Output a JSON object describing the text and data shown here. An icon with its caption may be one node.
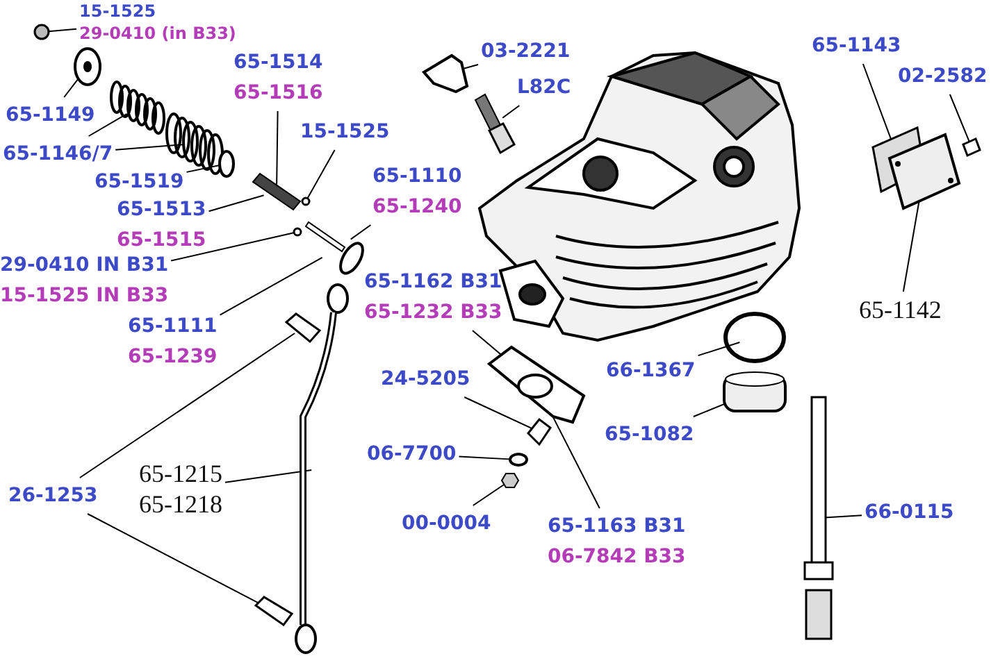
{
  "diagram": {
    "nodes": [
      {
        "text": [
          "15-1525",
          "29-0410 (in B33)"
        ]
      },
      {
        "text": [
          "65-1149"
        ]
      },
      {
        "text": [
          "65-1146/7"
        ]
      },
      {
        "text": [
          "65-1519"
        ]
      },
      {
        "text": [
          "65-1514",
          "65-1516"
        ]
      },
      {
        "text": [
          "15-1525"
        ]
      },
      {
        "text": [
          "65-1513",
          "65-1515"
        ]
      },
      {
        "text": [
          "29-0410 IN B31",
          "15-1525 IN B33"
        ]
      },
      {
        "text": [
          "65-1110",
          "65-1240"
        ]
      },
      {
        "text": [
          "65-1111",
          "65-1239"
        ]
      },
      {
        "text": [
          "03-2221"
        ]
      },
      {
        "text": [
          "L82C"
        ]
      },
      {
        "text": [
          "65-1143"
        ]
      },
      {
        "text": [
          "02-2582"
        ]
      },
      {
        "text": [
          "65-1142"
        ]
      },
      {
        "text": [
          "65-1162 B31",
          "65-1232 B33"
        ]
      },
      {
        "text": [
          "24-5205"
        ]
      },
      {
        "text": [
          "66-1367"
        ]
      },
      {
        "text": [
          "65-1082"
        ]
      },
      {
        "text": [
          "06-7700"
        ]
      },
      {
        "text": [
          "65-1215",
          "65-1218"
        ]
      },
      {
        "text": [
          "26-1253"
        ]
      },
      {
        "text": [
          "00-0004"
        ]
      },
      {
        "text": [
          "65-1163 B31",
          "06-7842 B33"
        ]
      },
      {
        "text": [
          "66-0115"
        ]
      },
      {
        "text": [],
        "shape": "circle"
      },
      {
        "text": [],
        "shape": "picture"
      },
      {
        "text": [],
        "shape": "picture"
      },
      {
        "text": [],
        "shape": "picture"
      },
      {
        "text": [],
        "shape": "circle"
      },
      {
        "text": [],
        "shape": "picture"
      },
      {
        "text": [],
        "shape": "circle"
      },
      {
        "text": [],
        "shape": "circle"
      },
      {
        "text": [],
        "shape": "picture"
      },
      {
        "text": [],
        "shape": "picture"
      },
      {
        "text": [],
        "shape": "picture"
      },
      {
        "text": [],
        "shape": "picture"
      },
      {
        "text": [],
        "shape": "picture"
      },
      {
        "text": [],
        "shape": "picture"
      },
      {
        "text": [],
        "shape": "picture"
      },
      {
        "text": [],
        "shape": "picture"
      },
      {
        "text": [],
        "shape": "circle"
      },
      {
        "text": [],
        "shape": "hexagon"
      },
      {
        "text": [],
        "shape": "circle"
      },
      {
        "text": [],
        "shape": "cylinder"
      },
      {
        "text": [],
        "shape": "picture"
      },
      {
        "text": [],
        "shape": "picture"
      },
      {
        "text": [],
        "shape": "picture"
      },
      {
        "text": [],
        "shape": "picture"
      }
    ],
    "edges": [
      {
        "from": 0,
        "to": 25,
        "arrow": "none"
      },
      {
        "from": 1,
        "to": 26,
        "arrow": "none"
      },
      {
        "from": 2,
        "to": 27,
        "arrow": "none"
      },
      {
        "from": 2,
        "to": 28,
        "arrow": "none"
      },
      {
        "from": 3,
        "to": 29,
        "arrow": "none"
      },
      {
        "from": 4,
        "to": 30,
        "arrow": "none"
      },
      {
        "from": 5,
        "to": 31,
        "arrow": "none"
      },
      {
        "from": 6,
        "to": 30,
        "arrow": "none"
      },
      {
        "from": 7,
        "to": 32,
        "arrow": "none"
      },
      {
        "from": 8,
        "to": 33,
        "arrow": "none"
      },
      {
        "from": 9,
        "to": 33,
        "arrow": "none"
      },
      {
        "from": 10,
        "to": 34,
        "arrow": "none"
      },
      {
        "from": 11,
        "to": 35,
        "arrow": "none"
      },
      {
        "from": 12,
        "to": 36,
        "arrow": "none"
      },
      {
        "from": 13,
        "to": 37,
        "arrow": "none"
      },
      {
        "from": 14,
        "to": 38,
        "arrow": "none"
      },
      {
        "from": 15,
        "to": 39,
        "arrow": "none"
      },
      {
        "from": 16,
        "to": 40,
        "arrow": "none"
      },
      {
        "from": 17,
        "to": 43,
        "arrow": "none"
      },
      {
        "from": 18,
        "to": 44,
        "arrow": "none"
      },
      {
        "from": 19,
        "to": 41,
        "arrow": "none"
      },
      {
        "from": 20,
        "to": 46,
        "arrow": "none"
      },
      {
        "from": 21,
        "to": 47,
        "arrow": "none"
      },
      {
        "from": 21,
        "to": 48,
        "arrow": "none"
      },
      {
        "from": 22,
        "to": 42,
        "arrow": "none"
      },
      {
        "from": 23,
        "to": 39,
        "arrow": "none"
      },
      {
        "from": 24,
        "to": 45,
        "arrow": "none"
      }
    ]
  }
}
